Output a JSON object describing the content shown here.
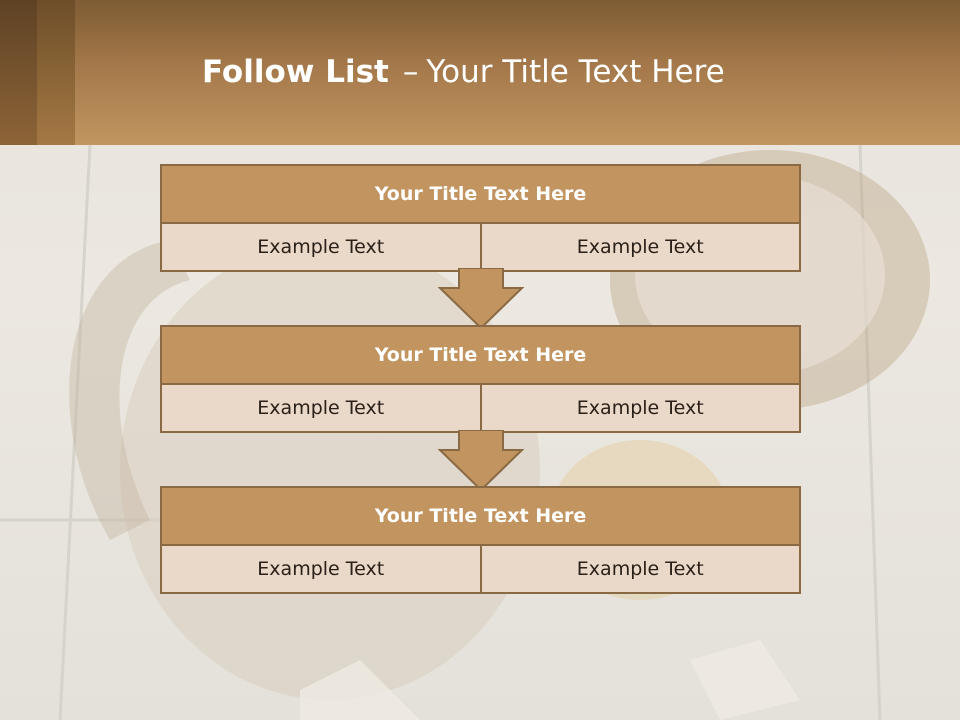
{
  "slide": {
    "title_bold": "Follow List",
    "title_sep": "–",
    "title_rest": "Your Title Text Here"
  },
  "blocks": [
    {
      "title": "Your Title Text Here",
      "left": "Example Text",
      "right": "Example Text"
    },
    {
      "title": "Your Title Text Here",
      "left": "Example Text",
      "right": "Example Text"
    },
    {
      "title": "Your Title Text Here",
      "left": "Example Text",
      "right": "Example Text"
    }
  ],
  "colors": {
    "header": "#a4784a",
    "block_header": "#c19460",
    "block_cell": "#ead9c9",
    "border": "#8a6a44"
  }
}
